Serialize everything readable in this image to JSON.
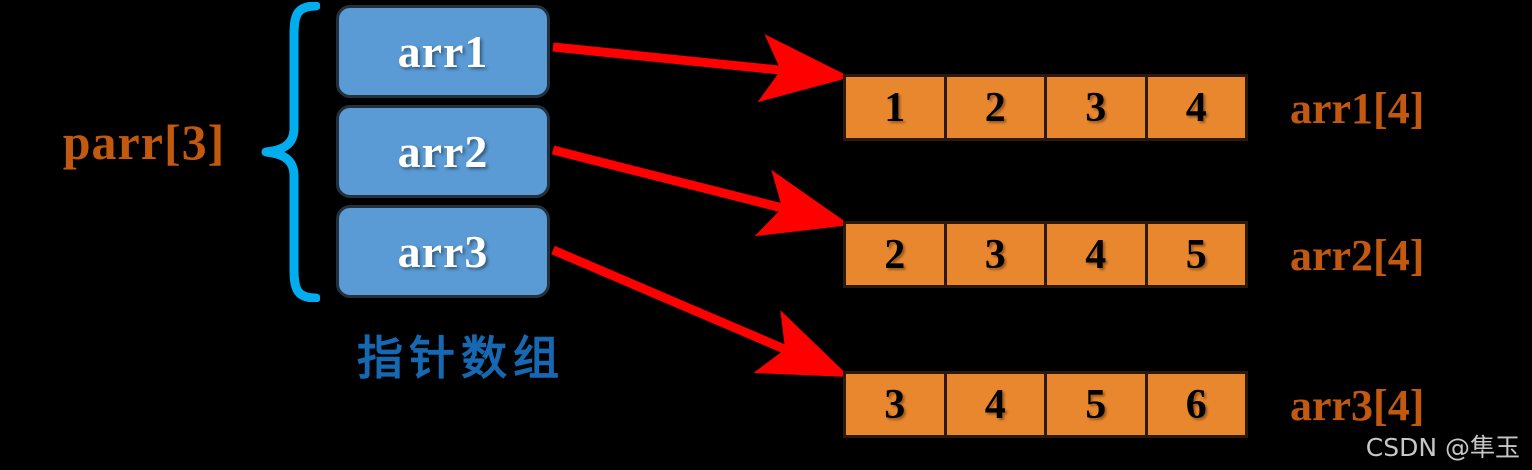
{
  "diagram": {
    "title_label": "parr[3]",
    "caption_cn": "指针数组",
    "colors": {
      "background": "#000000",
      "pointer_box_fill": "#5B9BD5",
      "pointer_box_border": "#23313D",
      "pointer_box_text": "#FFFFFF",
      "brace": "#00AEEF",
      "arrow": "#FF0000",
      "array_cell_fill": "#E8872E",
      "array_cell_border": "#2B1A0C",
      "array_cell_text": "#000000",
      "orange_label_text": "#C2590F",
      "caption_cn_text": "#1668B3",
      "watermark_text": "#D8D8D8"
    },
    "pointer_array": {
      "name": "parr[3]",
      "items": [
        {
          "label": "arr1"
        },
        {
          "label": "arr2"
        },
        {
          "label": "arr3"
        }
      ]
    },
    "value_arrays": [
      {
        "name": "arr1[4]",
        "values": [
          "1",
          "2",
          "3",
          "4"
        ]
      },
      {
        "name": "arr2[4]",
        "values": [
          "2",
          "3",
          "4",
          "5"
        ]
      },
      {
        "name": "arr3[4]",
        "values": [
          "3",
          "4",
          "5",
          "6"
        ]
      }
    ],
    "arrows": [
      {
        "from": "arr1",
        "to": "arr1[4]"
      },
      {
        "from": "arr2",
        "to": "arr2[4]"
      },
      {
        "from": "arr3",
        "to": "arr3[4]"
      }
    ],
    "watermark": "CSDN @隼玉"
  }
}
